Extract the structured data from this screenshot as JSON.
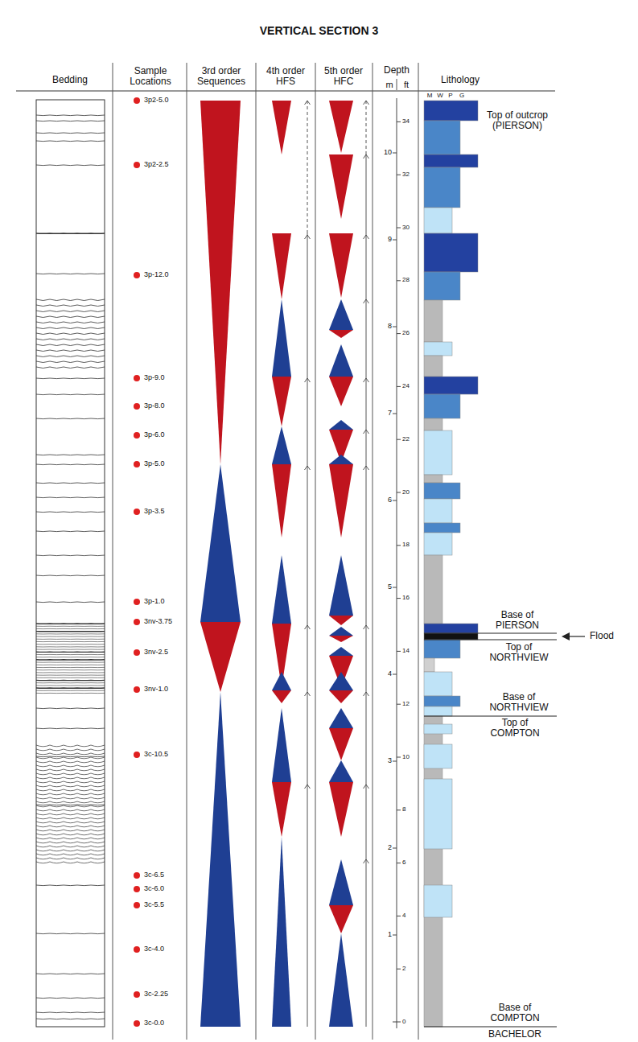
{
  "diagram": {
    "title": "VERTICAL SECTION 3",
    "labels": [
      "Bedding",
      "Sample Locations",
      "3rd order Sequences",
      "4th order HFS",
      "5th order HFC",
      "Depth",
      "m",
      "ft",
      "Lithology",
      "M",
      "W",
      "P",
      "G",
      "3p2-5.0",
      "3p2-2.5",
      "3p-12.0",
      "3p-9.0",
      "3p-8.0",
      "3p-6.0",
      "3p-5.0",
      "3p-3.5",
      "3p-1.0",
      "3nv-3.75",
      "3nv-2.5",
      "3nv-1.0",
      "3c-10.5",
      "3c-6.5",
      "3c-6.0",
      "3c-5.5",
      "3c-4.0",
      "3c-2.25",
      "3c-0.0",
      "10",
      "9",
      "8",
      "7",
      "6",
      "5",
      "4",
      "3",
      "2",
      "1",
      "34",
      "32",
      "30",
      "28",
      "26",
      "24",
      "22",
      "20",
      "18",
      "16",
      "14",
      "12",
      "10",
      "8",
      "6",
      "4",
      "2",
      "0",
      "Top of outcrop (PIERSON)",
      "Base of PIERSON",
      "Top of NORTHVIEW",
      "Flood",
      "Base of NORTHVIEW",
      "Top of COMPTON",
      "Base of COMPTON",
      "BACHELOR"
    ]
  }
}
